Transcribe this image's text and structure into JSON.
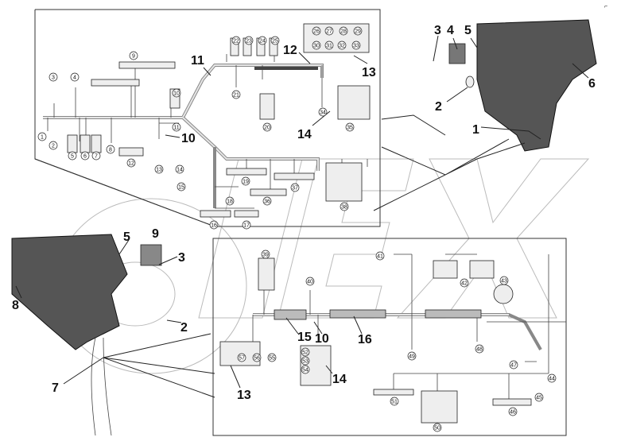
{
  "corner_mark": "⌐",
  "callouts_top_right": [
    "1",
    "2",
    "3",
    "4",
    "5",
    "6"
  ],
  "callouts_top_box": [
    "10",
    "11",
    "12",
    "13",
    "14"
  ],
  "callouts_left": [
    "2",
    "3",
    "5",
    "7",
    "8",
    "9"
  ],
  "callouts_bottom_box": [
    "10",
    "13",
    "14",
    "15",
    "16"
  ],
  "connector_numbers_top": [
    "1",
    "2",
    "3",
    "4",
    "5",
    "6",
    "7",
    "8",
    "9",
    "10",
    "11",
    "12",
    "13",
    "14",
    "15",
    "16",
    "17",
    "18",
    "19",
    "20",
    "21",
    "22",
    "23",
    "24",
    "25",
    "26",
    "27",
    "28",
    "29",
    "30",
    "31",
    "32",
    "33",
    "34",
    "35",
    "36",
    "37",
    "38"
  ],
  "connector_numbers_bottom": [
    "39",
    "40",
    "41",
    "42",
    "43",
    "44",
    "45",
    "46",
    "47",
    "48",
    "49",
    "50",
    "51",
    "52",
    "53",
    "54",
    "55",
    "56",
    "57"
  ],
  "watermark": "ODEX"
}
